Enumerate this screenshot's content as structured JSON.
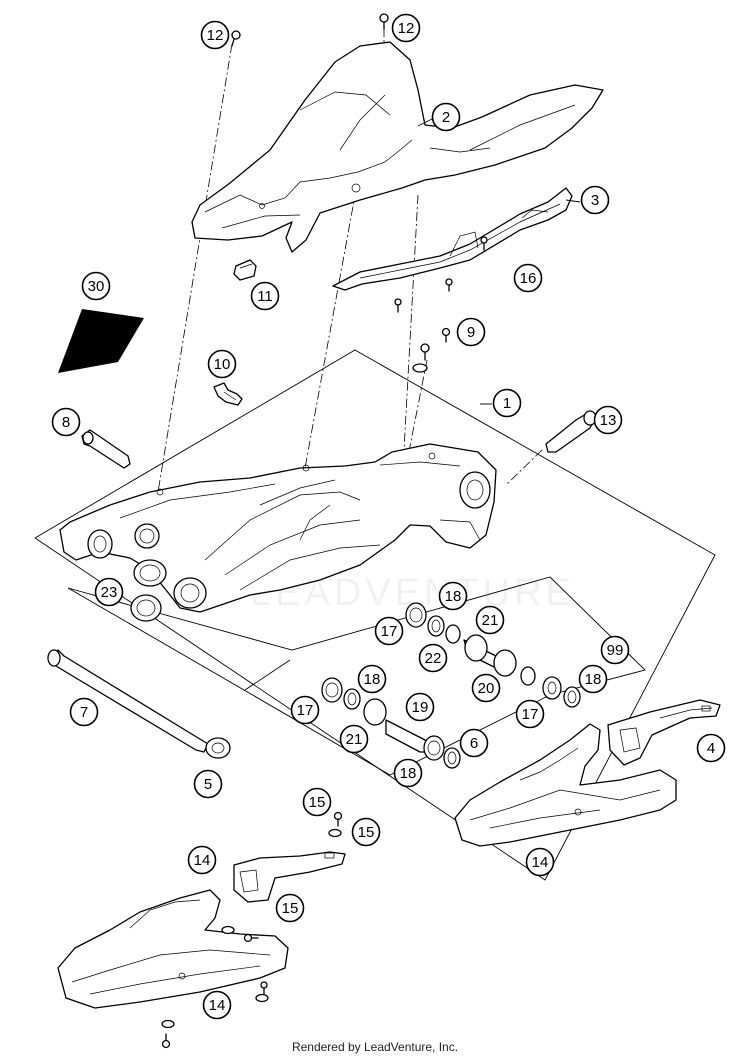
{
  "diagram": {
    "callouts": [
      "12",
      "12",
      "2",
      "3",
      "16",
      "11",
      "30",
      "9",
      "10",
      "1",
      "13",
      "8",
      "23",
      "17",
      "18",
      "21",
      "22",
      "20",
      "99",
      "18",
      "17",
      "18",
      "19",
      "21",
      "17",
      "18",
      "6",
      "7",
      "5",
      "4",
      "14",
      "15",
      "15",
      "14",
      "15",
      "14"
    ]
  },
  "footer": {
    "credit": "Rendered by LeadVenture, Inc."
  }
}
